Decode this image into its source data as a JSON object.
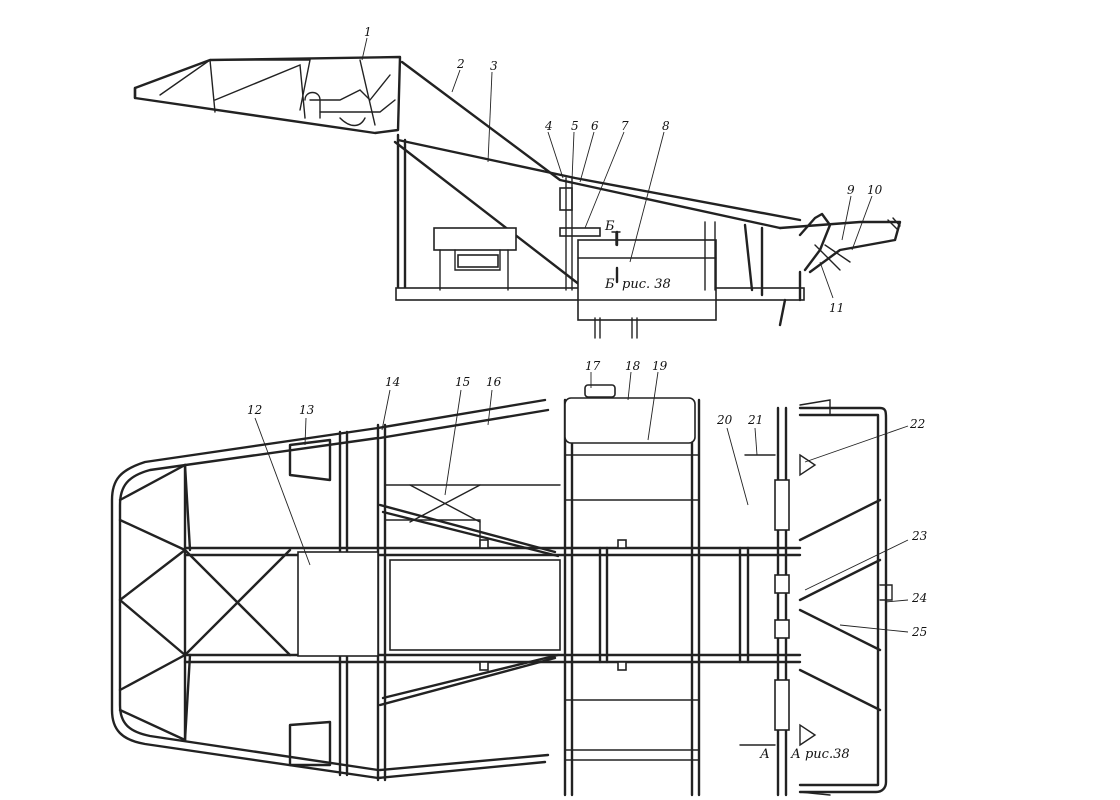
{
  "part_labels": [
    "1",
    "2",
    "3",
    "4",
    "5",
    "6",
    "7",
    "8",
    "9",
    "10",
    "11",
    "12",
    "13",
    "14",
    "15",
    "16",
    "17",
    "18",
    "19",
    "20",
    "21",
    "22",
    "23",
    "24",
    "25"
  ],
  "section_mark": "Б",
  "section_ref": "рис. 38",
  "view_mark": "А",
  "view_ref": "А рис.38"
}
